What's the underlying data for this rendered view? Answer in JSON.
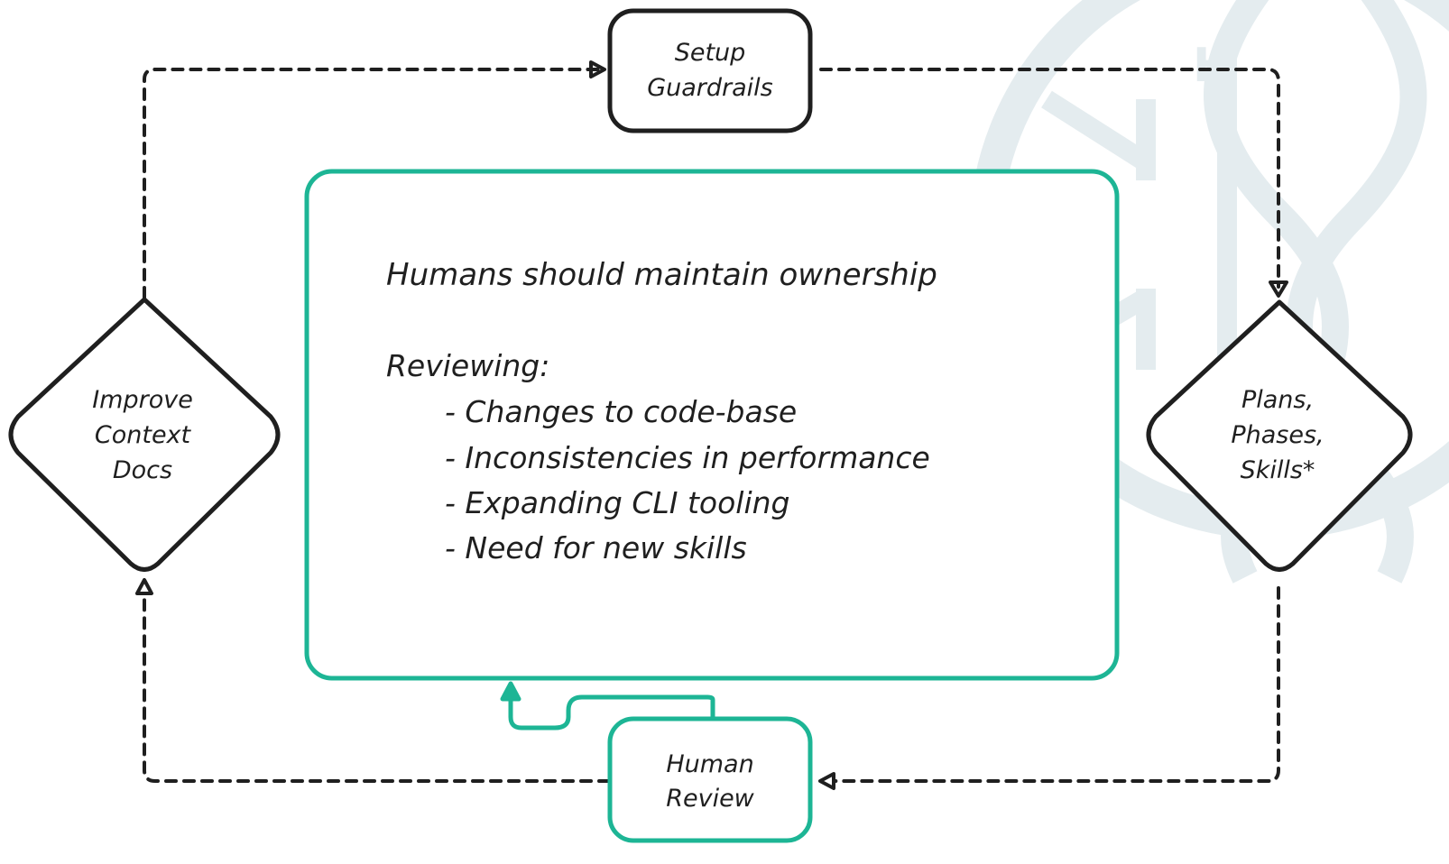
{
  "colors": {
    "ink": "#1f1f1f",
    "accent": "#1db595",
    "watermark": "#e4ecef"
  },
  "nodes": {
    "setup_guardrails": [
      "Setup",
      "Guardrails"
    ],
    "plans_phases_skills": [
      "Plans,",
      "Phases,",
      "Skills*"
    ],
    "human_review": [
      "Human",
      "Review"
    ],
    "improve_context_docs": [
      "Improve",
      "Context",
      "Docs"
    ]
  },
  "ownership_box": {
    "title": "Humans should maintain ownership",
    "reviewing_label": "Reviewing:",
    "items": [
      "- Changes to code-base",
      "- Inconsistencies in performance",
      "- Expanding CLI tooling",
      "- Need for new skills"
    ]
  },
  "watermark": {
    "icon": "dna-helix-logo-icon",
    "letters": [
      "H",
      "H"
    ]
  }
}
